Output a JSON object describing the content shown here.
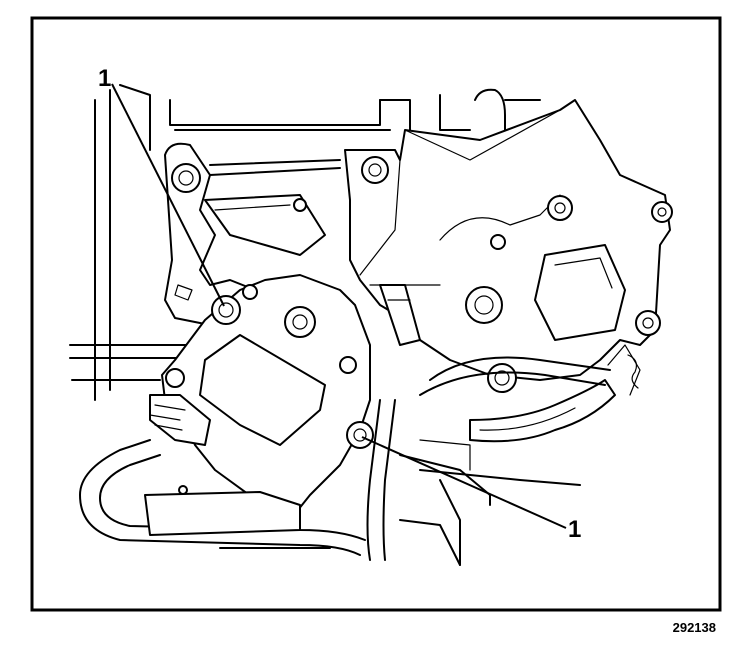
{
  "callouts": [
    {
      "label": "1"
    },
    {
      "label": "1"
    }
  ],
  "figure_number": "292138"
}
